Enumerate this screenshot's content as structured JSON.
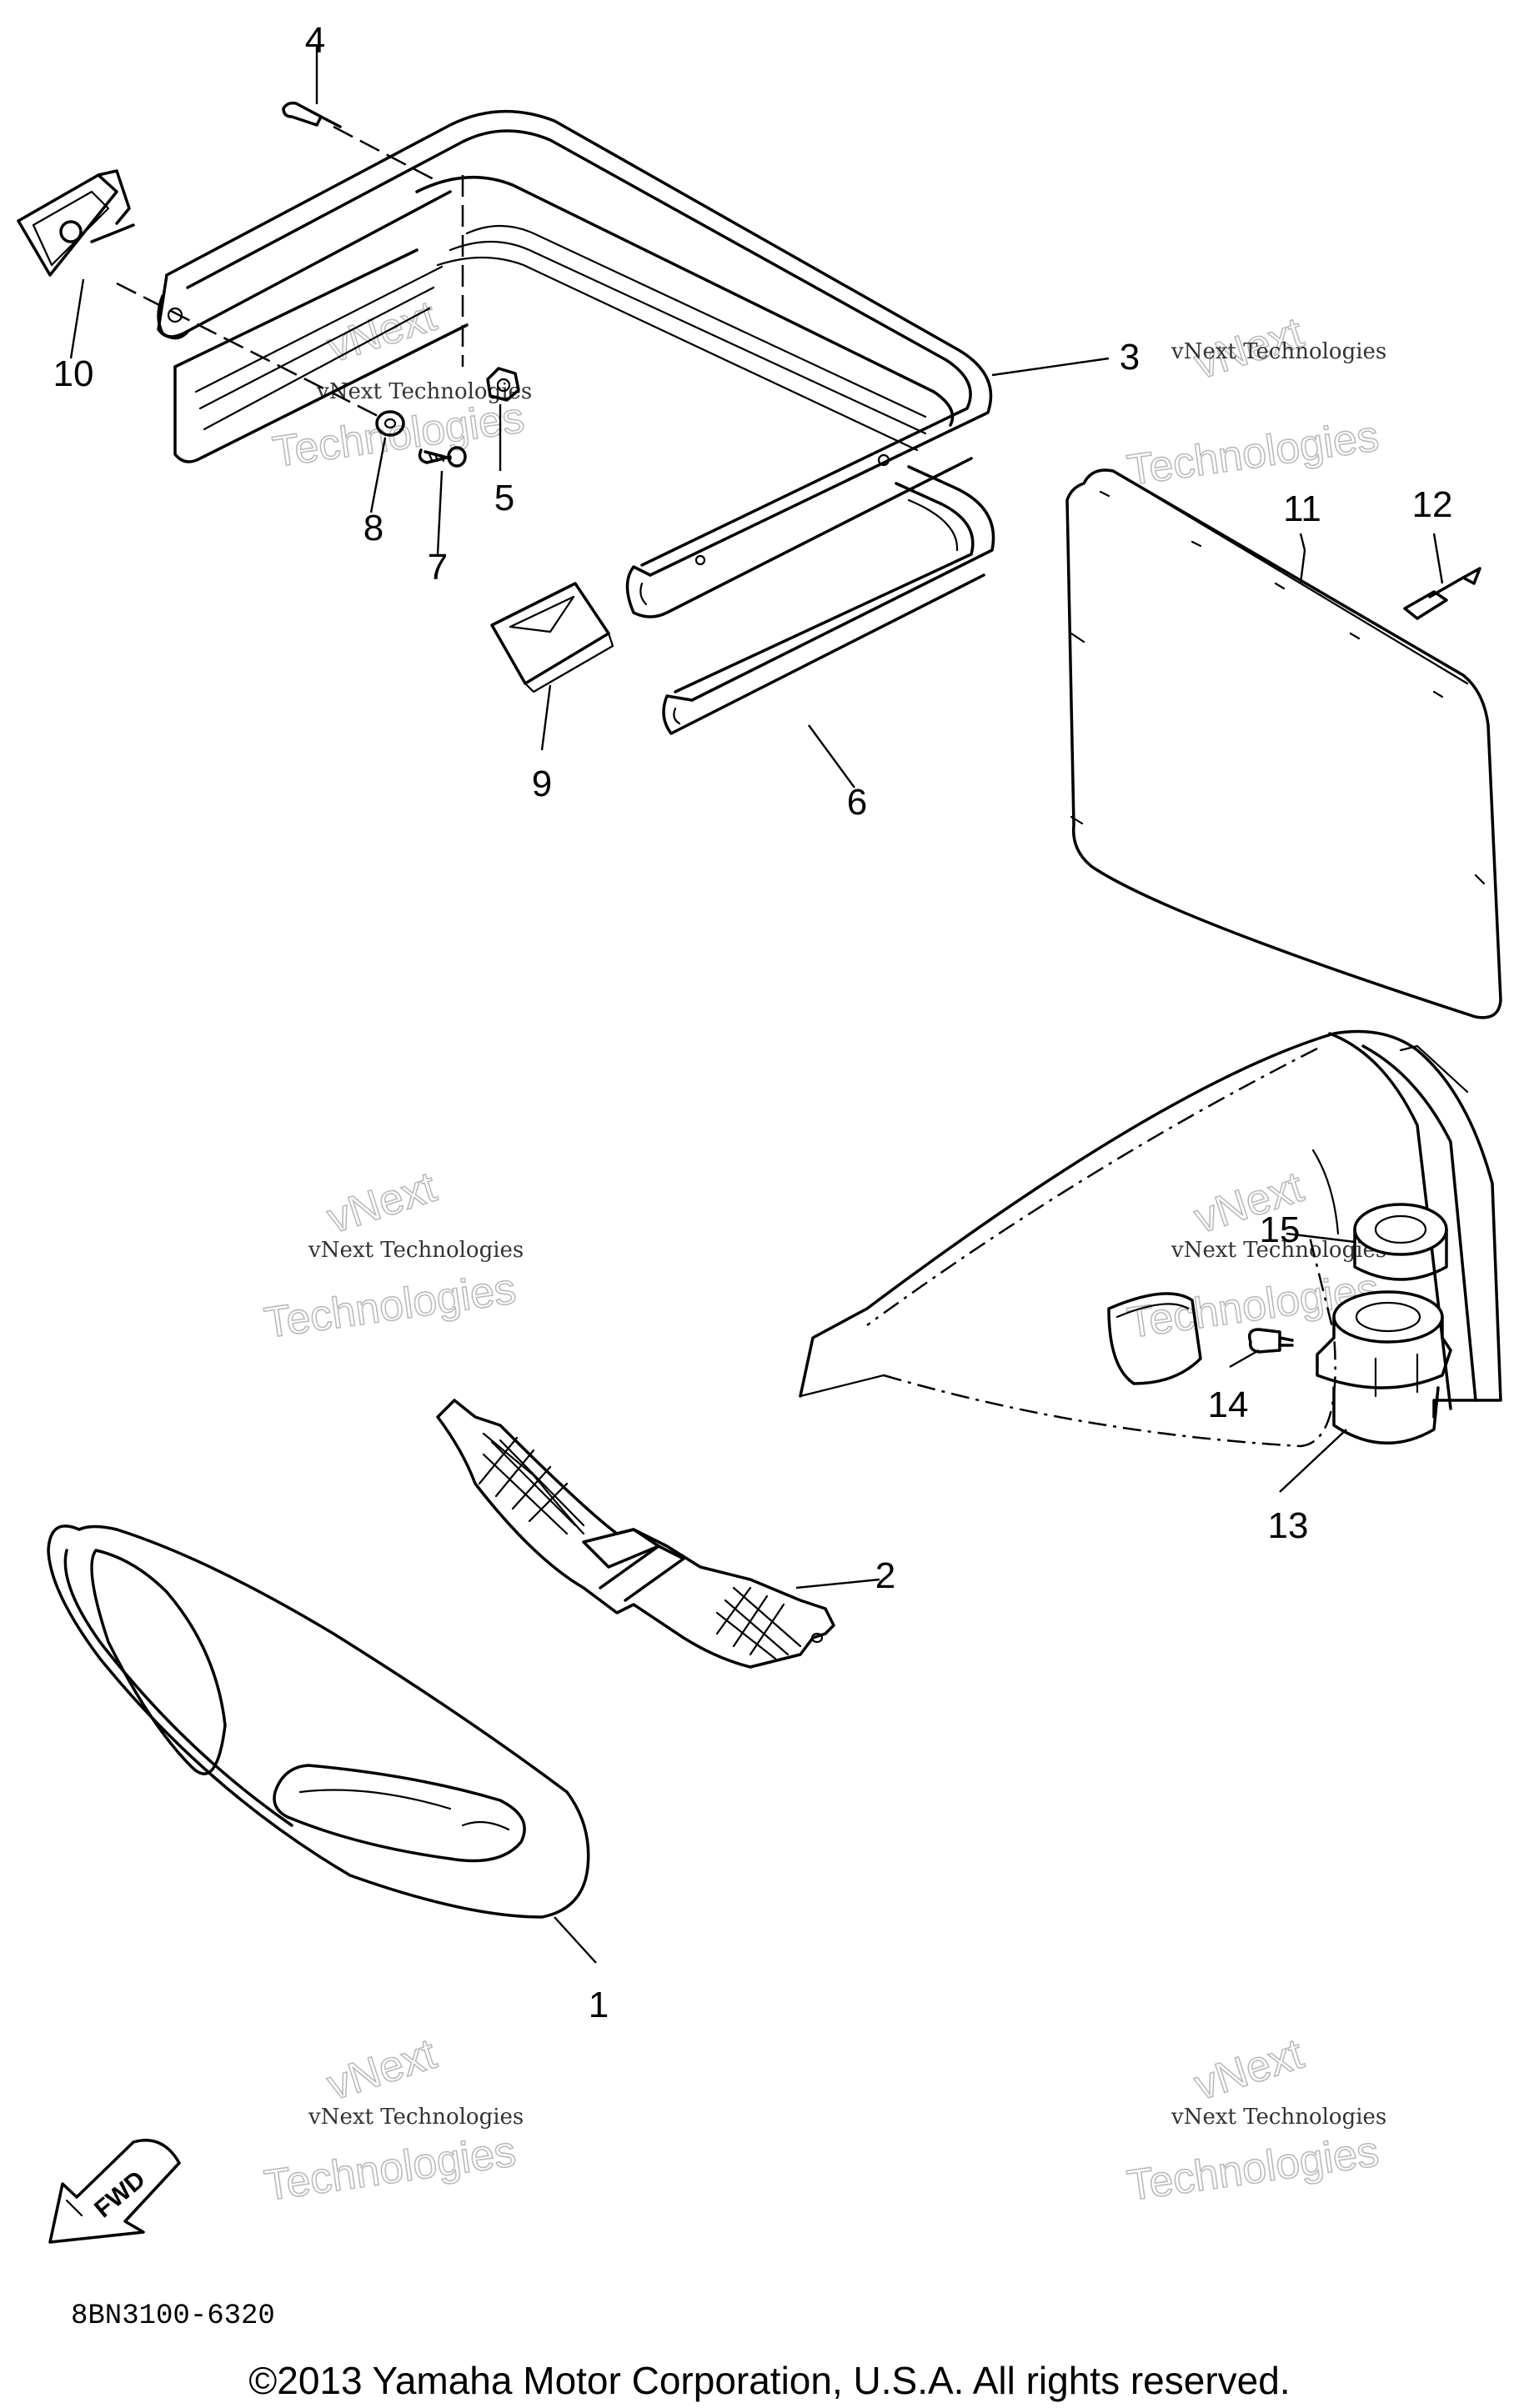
{
  "diagram_code": "8BN3100-6320",
  "copyright": "©2013 Yamaha Motor Corporation, U.S.A. All rights reserved.",
  "fwd_label": "FWD",
  "watermark": {
    "line1": "vNext Technologies",
    "line2": "Technologies",
    "arc": "vNext"
  },
  "callouts": [
    "1",
    "2",
    "3",
    "4",
    "5",
    "6",
    "7",
    "8",
    "9",
    "10",
    "11",
    "12",
    "13",
    "14",
    "15"
  ]
}
